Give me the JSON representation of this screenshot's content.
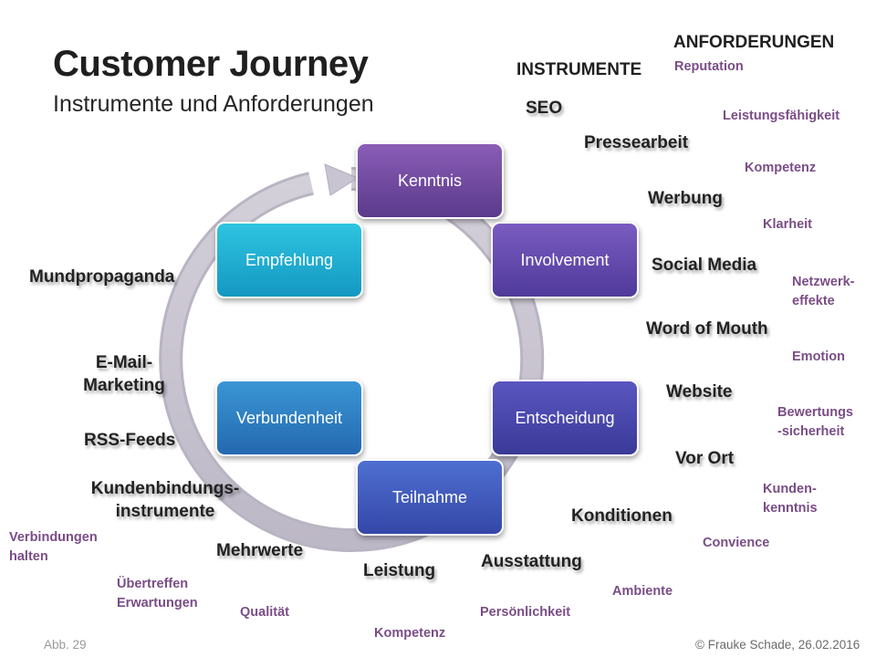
{
  "title": "Customer Journey",
  "subtitle": "Instrumente und Anforderungen",
  "headers": {
    "instrumente": "INSTRUMENTE",
    "anforderungen": "ANFORDERUNGEN"
  },
  "cycle": [
    {
      "label": "Kenntnis",
      "color_top": "#8a5db6",
      "color_bottom": "#5b3a8c"
    },
    {
      "label": "Involvement",
      "color_top": "#7a5cc0",
      "color_bottom": "#4f3a9a"
    },
    {
      "label": "Entscheidung",
      "color_top": "#5a55c0",
      "color_bottom": "#3a3a98"
    },
    {
      "label": "Teilnahme",
      "color_top": "#4e6fd0",
      "color_bottom": "#3547a8"
    },
    {
      "label": "Verbundenheit",
      "color_top": "#3a96d4",
      "color_bottom": "#2468b0"
    },
    {
      "label": "Empfehlung",
      "color_top": "#2ec4e0",
      "color_bottom": "#1498c2"
    }
  ],
  "instrumente": [
    "SEO",
    "Pressearbeit",
    "Werbung",
    "Social Media",
    "Word of Mouth",
    "Website",
    "Vor Ort",
    "Konditionen",
    "Ausstattung",
    "Leistung",
    "Mehrwerte",
    "Kundenbindungs-\ninstrumente",
    "RSS-Feeds",
    "E-Mail-\nMarketing",
    "Mundpropaganda"
  ],
  "anforderungen": [
    "Reputation",
    "Leistungsfähigkeit",
    "Kompetenz",
    "Klarheit",
    "Netzwerk-\neffekte",
    "Emotion",
    "Bewertungs\n-sicherheit",
    "Kunden-\nkenntnis",
    "Convience",
    "Ambiente",
    "Persönlichkeit",
    "Kompetenz",
    "Qualität",
    "Übertreffen\nErwartungen",
    "Verbindungen\nhalten"
  ],
  "footer": {
    "figure": "Abb. 29",
    "copyright": "© Frauke Schade, 26.02.2016"
  }
}
